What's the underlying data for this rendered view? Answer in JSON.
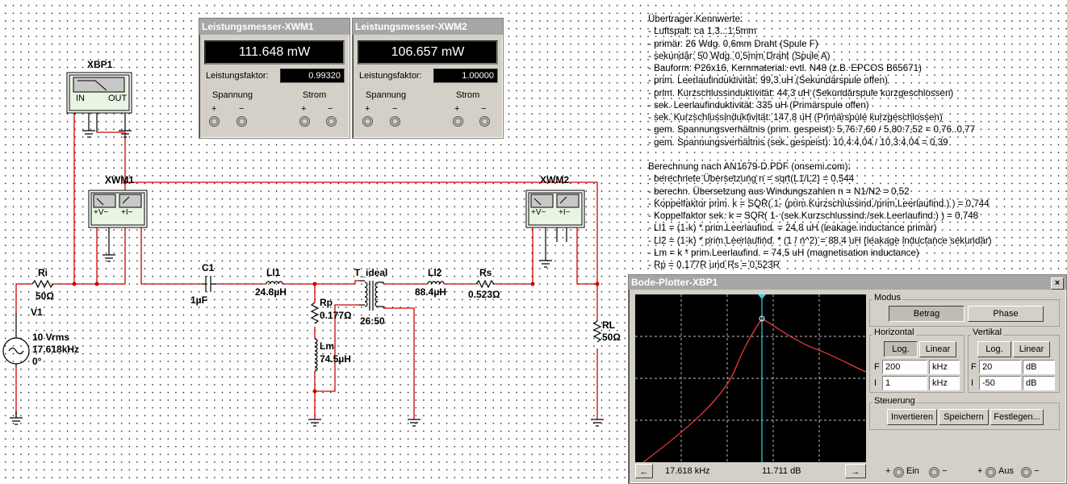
{
  "schematic": {
    "bode_instrument": {
      "name": "XBP1",
      "in": "IN",
      "out": "OUT"
    },
    "wattmeter1": {
      "name": "XWM1"
    },
    "wattmeter2": {
      "name": "XWM2"
    },
    "pin_labels": {
      "v": "+V−",
      "i": "+I−"
    },
    "source": {
      "name": "V1",
      "value": "10 Vrms",
      "freq": "17.618kHz",
      "phase": "0°"
    },
    "components": {
      "ri_name": "Ri",
      "ri_value": "50Ω",
      "c1_name": "C1",
      "c1_value": "1µF",
      "ll1_name": "Ll1",
      "ll1_value": "24.8µH",
      "rp_name": "Rp",
      "rp_value": "0.177Ω",
      "lm_name": "Lm",
      "lm_value": "74.5µH",
      "t_name": "T_ideal",
      "t_ratio": "26:50",
      "ll2_name": "Ll2",
      "ll2_value": "88.4µH",
      "rs_name": "Rs",
      "rs_value": "0.523Ω",
      "rl_name": "RL",
      "rl_value": "50Ω"
    }
  },
  "notes": [
    "Übertrager Kennwerte:",
    "- Luftspalt: ca 1,3...1,5mm",
    "- primär: 26 Wdg. 0,6mm Draht (Spule F)",
    "- sekundär: 50 Wdg. 0,5mm Draht (Spule A)",
    "- Bauform: P26x16, Kernmaterial: evtl. N48 (z.B. EPCOS B65671)",
    "- prim. Leerlaufinduktivität: 99,3 uH (Sekundärspule offen)",
    "- prim. Kurzschlussinduktivität: 44,3 uH (Sekundärspule kurzgeschlossen)",
    "- sek. Leerlaufinduktivität: 335 uH (Primärspule offen)",
    "- sek. Kurzschlussinduktivität: 147,8 uH (Primärspule kurzgeschlossen)",
    "- gem. Spannungsverhältnis (prim. gespeist): 5,76:7,60 / 5,80:7,52 = 0,76..0,77",
    "- gem. Spannungsverhältnis (sek. gespeist): 10,4:4,04 / 10,3:4,04 = 0,39",
    "",
    "Berechnung nach AN1679-D.PDF (onsemi.com):",
    "- berechnete Übersetzung n = sqrt(L1/L2) = 0,544",
    "- berechn. Übersetzung aus Windungszahlen n = N1/N2 = 0,52",
    "- Koppelfaktor prim. k = SQR( 1- (prim.Kurzschlussind./prim.Leerlaufind.) ) = 0,744",
    "- Koppelfaktor sek. k = SQR( 1- (sek.Kurzschlussind./sek.Leerlaufind.) ) = 0,748",
    "- Ll1 = (1-k) * prim.Leerlaufind. = 24,8 uH (leakage inductance primär)",
    "- Ll2 = (1-k) * prim.Leerlaufind. * (1 / n^2) = 88,4 uH (leakage inductance sekundär)",
    "- Lm = k * prim.Leerlaufind. = 74,5 uH (magnetisation inductance)",
    "- Rp = 0,177R und Rs = 0,523R"
  ],
  "wattmeter_window1": {
    "title": "Leistungsmesser-XWM1",
    "power": "111.648 mW",
    "pf_label": "Leistungsfaktor:",
    "pf_value": "0.99320",
    "spannung": "Spannung",
    "strom": "Strom",
    "plus": "+",
    "minus": "−"
  },
  "wattmeter_window2": {
    "title": "Leistungsmesser-XWM2",
    "power": "106.657 mW",
    "pf_label": "Leistungsfaktor:",
    "pf_value": "1.00000",
    "spannung": "Spannung",
    "strom": "Strom",
    "plus": "+",
    "minus": "−"
  },
  "bode": {
    "title": "Bode-Plotter-XBP1",
    "close": "×",
    "modus_label": "Modus",
    "betrag": "Betrag",
    "phase": "Phase",
    "horizontal_label": "Horizontal",
    "vertikal_label": "Vertikal",
    "log": "Log.",
    "linear": "Linear",
    "h_f_value": "200",
    "h_f_unit": "kHz",
    "h_i_value": "1",
    "h_i_unit": "kHz",
    "v_f_value": "20",
    "v_f_unit": "dB",
    "v_i_value": "-50",
    "v_i_unit": "dB",
    "f_letter": "F",
    "i_letter": "I",
    "steuerung_label": "Steuerung",
    "invertieren": "Invertieren",
    "speichern": "Speichern",
    "festlegen": "Festlegen...",
    "readout_freq": "17.618 kHz",
    "readout_db": "11.711 dB",
    "left_arrow": "←",
    "right_arrow": "→",
    "ein": "Ein",
    "aus": "Aus",
    "plus": "+",
    "minus": "−",
    "plot_color": "#ff3b3b",
    "cursor_color": "#2fd0d8"
  }
}
